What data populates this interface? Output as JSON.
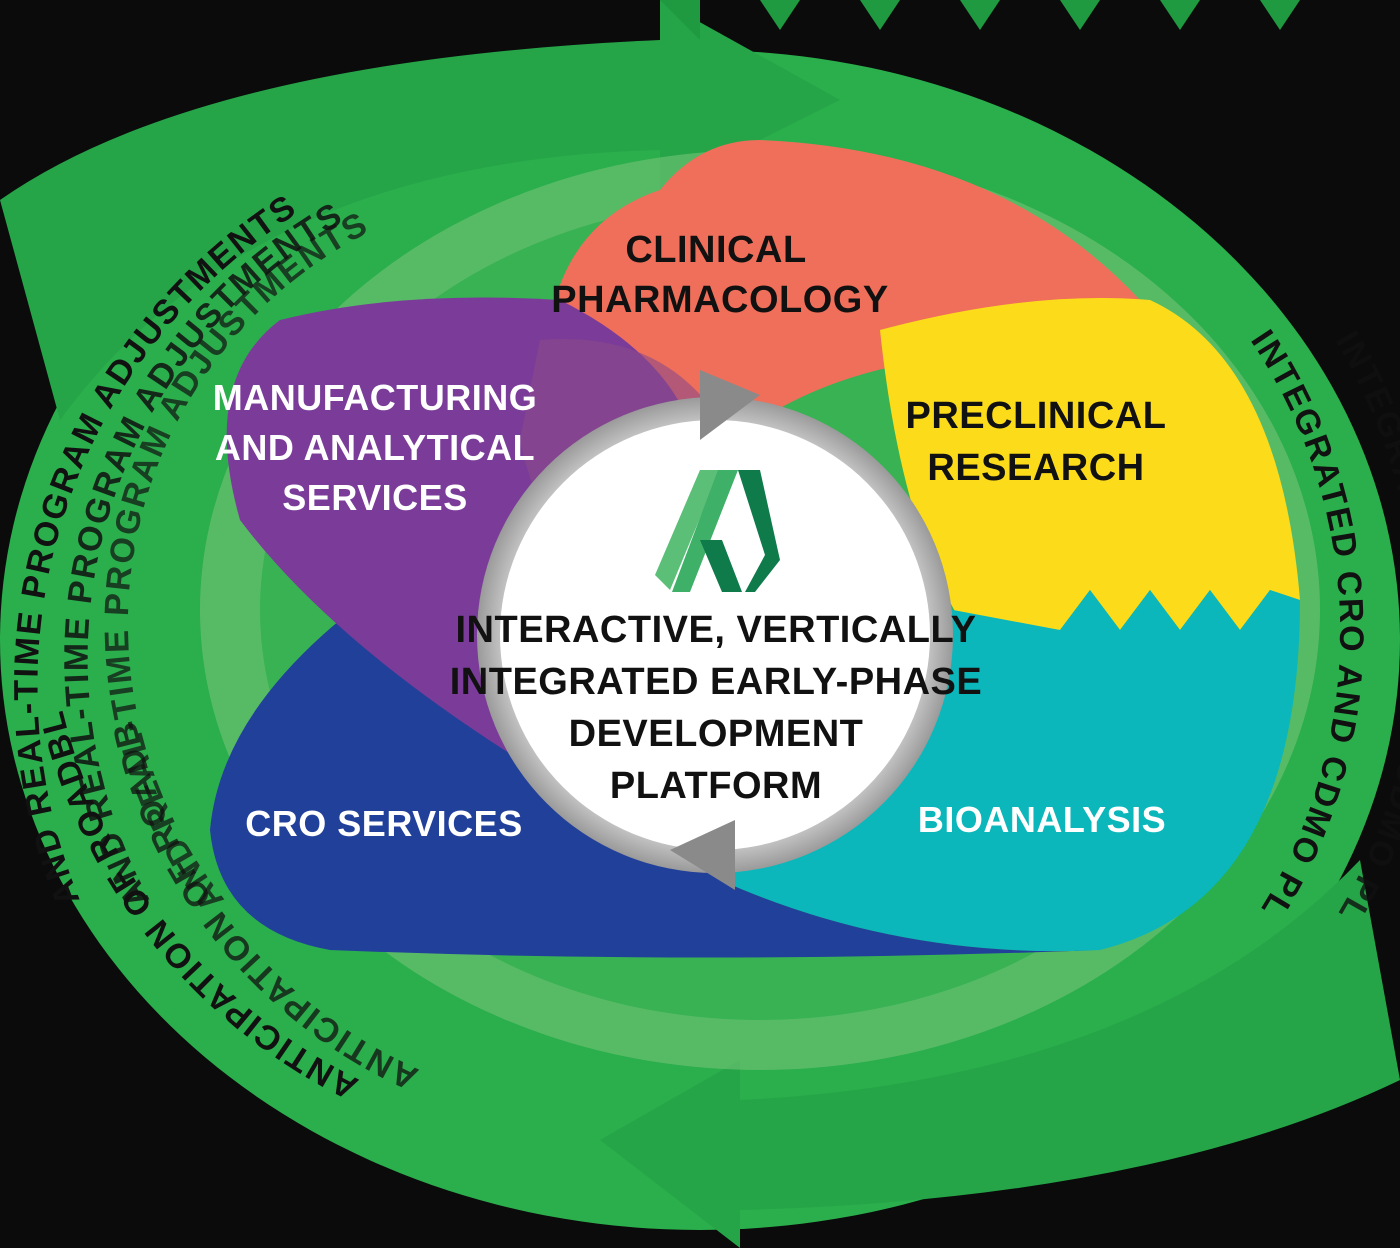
{
  "center": {
    "lines": [
      "INTERACTIVE, VERTICALLY",
      "INTEGRATED EARLY-PHASE",
      "DEVELOPMENT",
      "PLATFORM"
    ],
    "logo_icon": "stylized-a-logo"
  },
  "segments": [
    {
      "key": "clinical",
      "lines": [
        "CLINICAL",
        "PHARMACOLOGY"
      ],
      "color": "#ef6f5a"
    },
    {
      "key": "preclinical",
      "lines": [
        "PRECLINICAL",
        "RESEARCH"
      ],
      "color": "#fcdc1a"
    },
    {
      "key": "bioanalysis",
      "lines": [
        "BIOANALYSIS"
      ],
      "color": "#0bb7bb"
    },
    {
      "key": "cro",
      "lines": [
        "CRO SERVICES"
      ],
      "color": "#21409a"
    },
    {
      "key": "manufacturing",
      "lines": [
        "MANUFACTURING",
        "AND ANALYTICAL",
        "SERVICES"
      ],
      "color": "#7b3c99"
    }
  ],
  "ring_texts": {
    "adjustments": "AND REAL-TIME PROGRAM ADJUSTMENTS",
    "anticipation": "ANTICIPATION OF ROADBLOCKS",
    "platform": "INTEGRATED CRO AND CDMO PLATFORM"
  },
  "colors": {
    "outer_green": "#2bae4c",
    "light_green": "#7cc67c",
    "center_fill": "#ffffff",
    "text_dark": "#111111",
    "text_light": "#ffffff"
  }
}
